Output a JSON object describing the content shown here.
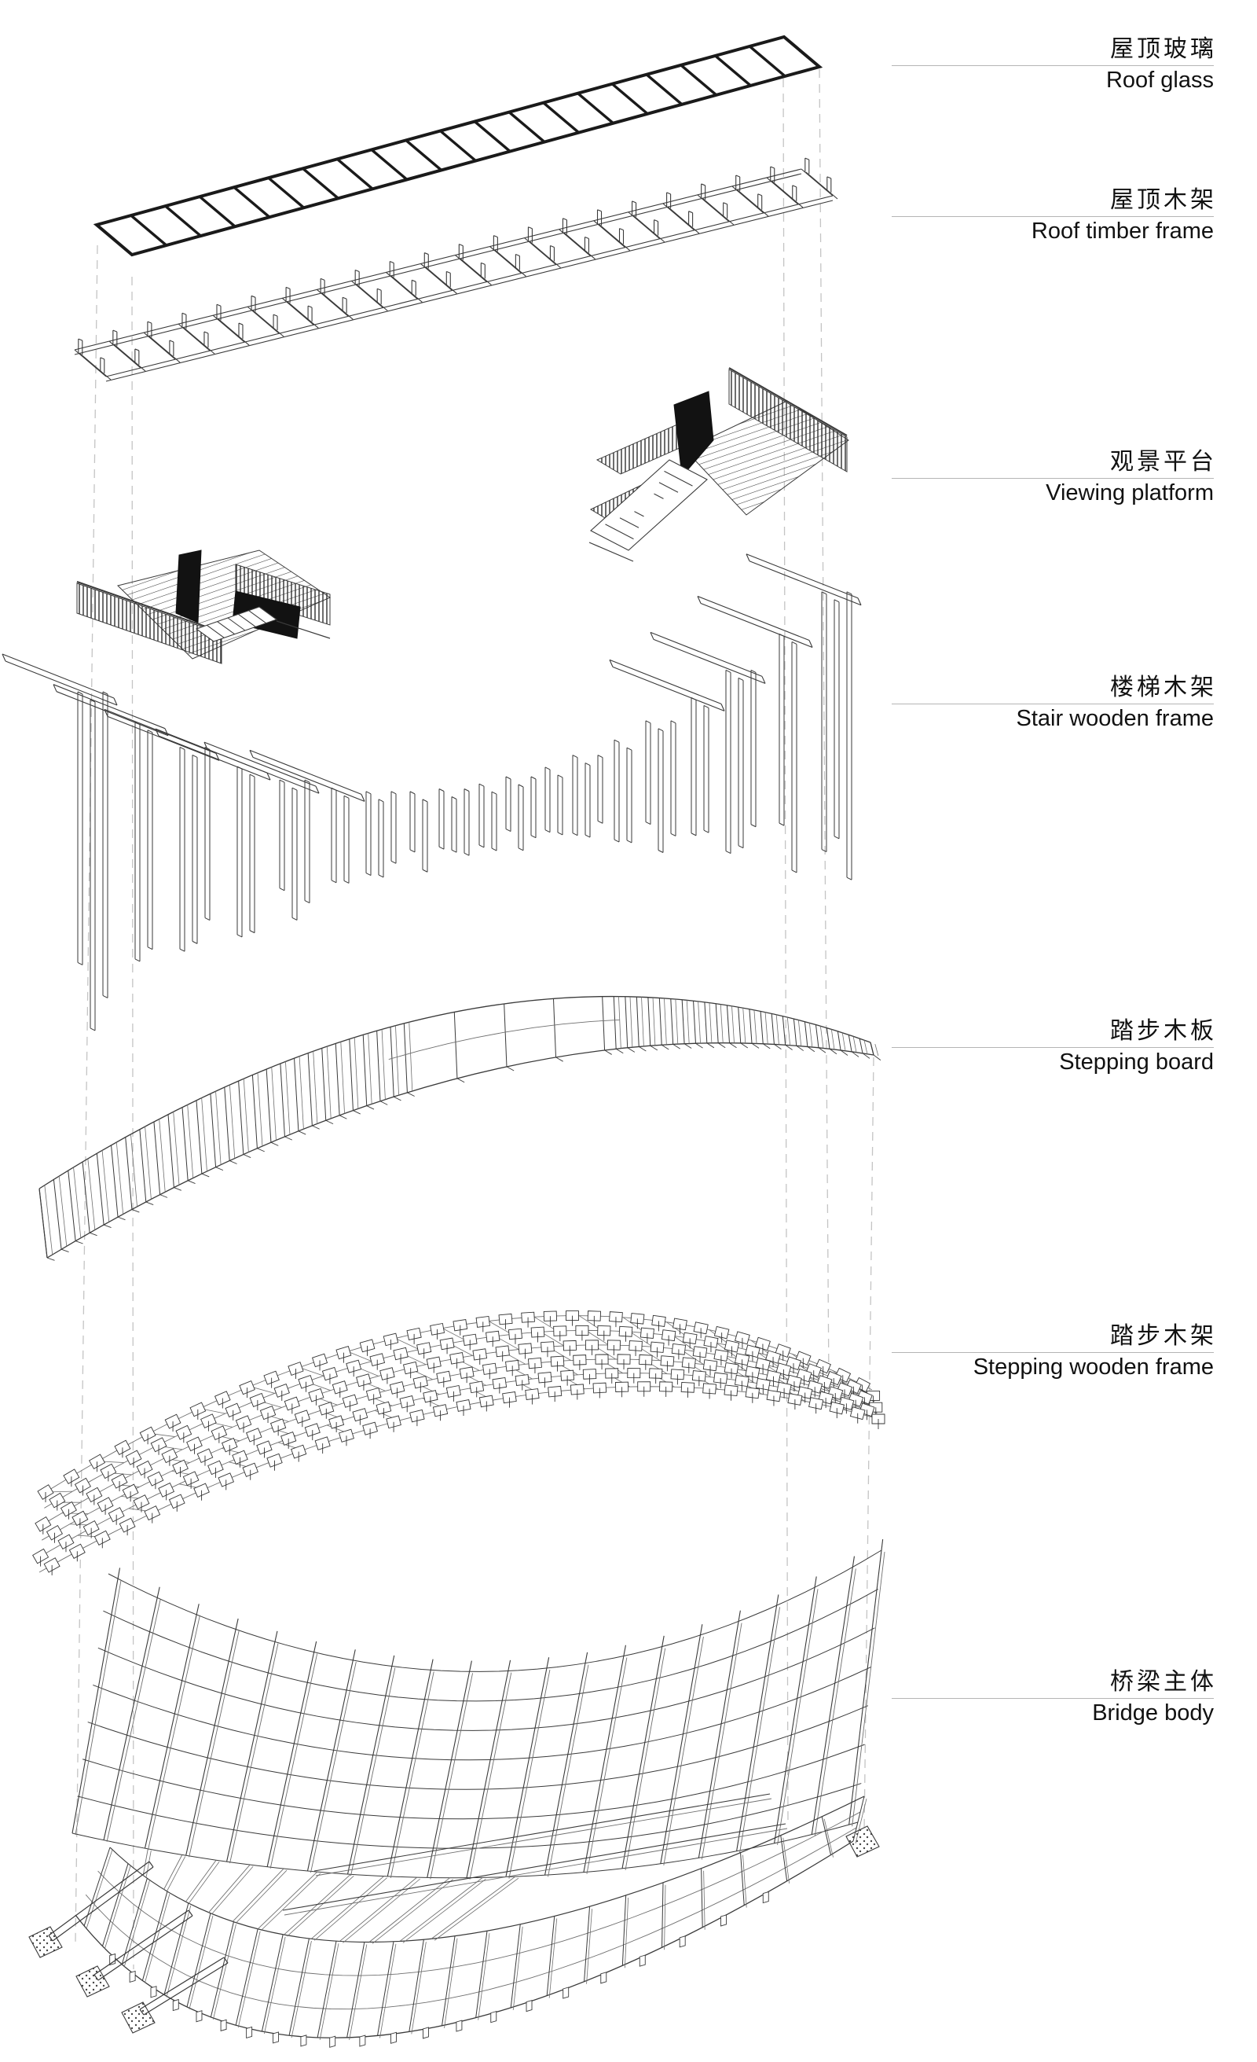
{
  "diagram": {
    "type": "exploded-axonometric",
    "subject": "timber arch bridge assembly"
  },
  "colors": {
    "background": "#ffffff",
    "ink_bold": "#1a1a1a",
    "line": "#3a3a3a",
    "line_light": "#6f6f6f",
    "leader": "#b5b5b5",
    "dashed": "#c4c4c4",
    "text": "#111111",
    "fill_dark": "#121212"
  },
  "labels": [
    {
      "id": "roof-glass",
      "zh": "屋顶玻璃",
      "en": "Roof glass"
    },
    {
      "id": "roof-timber-frame",
      "zh": "屋顶木架",
      "en": "Roof timber frame"
    },
    {
      "id": "viewing-platform",
      "zh": "观景平台",
      "en": "Viewing platform"
    },
    {
      "id": "stair-wooden-frame",
      "zh": "楼梯木架",
      "en": "Stair wooden frame"
    },
    {
      "id": "stepping-board",
      "zh": "踏步木板",
      "en": "Stepping board"
    },
    {
      "id": "stepping-wooden-frame",
      "zh": "踏步木架",
      "en": "Stepping wooden frame"
    },
    {
      "id": "bridge-body",
      "zh": "桥梁主体",
      "en": "Bridge body"
    }
  ]
}
